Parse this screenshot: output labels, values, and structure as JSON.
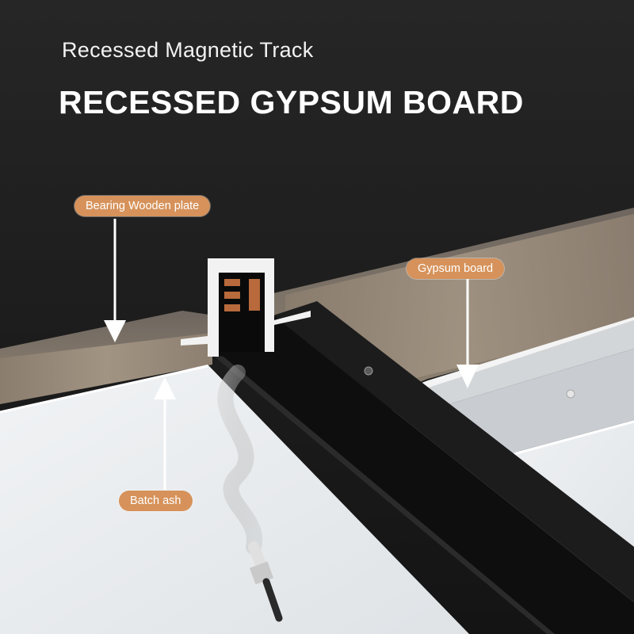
{
  "header": {
    "subtitle": "Recessed Magnetic Track",
    "title": "RECESSED GYPSUM BOARD"
  },
  "callouts": {
    "bearing_plate": "Bearing Wooden plate",
    "gypsum_board": "Gypsum board",
    "batch_ash": "Batch ash"
  },
  "colors": {
    "background": "#1b1b1b",
    "callout_fill": "#d6925a",
    "ceiling": "#e9ecee",
    "track": "#111111",
    "copper": "#b86a3c"
  }
}
